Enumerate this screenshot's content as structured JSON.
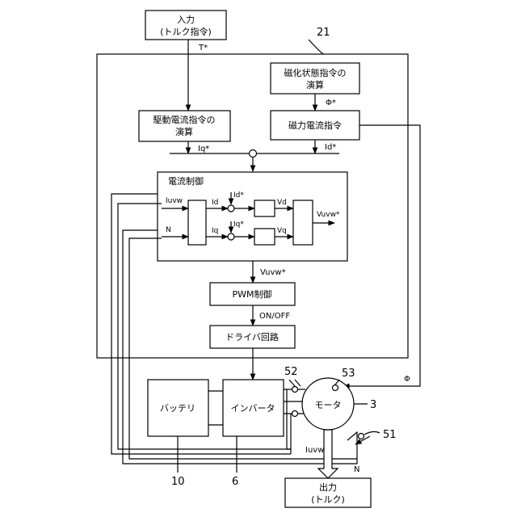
{
  "blocks": {
    "input_line1": "入力",
    "input_line2": "(トルク指令)",
    "magnetization_calc_line1": "磁化状態指令の",
    "magnetization_calc_line2": "演算",
    "drive_current_calc_line1": "駆動電流指令の",
    "drive_current_calc_line2": "演算",
    "magnetic_current_cmd": "磁力電流指令",
    "current_control": "電流制御",
    "pwm_control": "PWM制御",
    "driver_circuit": "ドライバ回路",
    "battery": "バッテリ",
    "inverter": "インバータ",
    "motor": "モータ",
    "output_line1": "出力",
    "output_line2": "(トルク)"
  },
  "signals": {
    "t_star": "T*",
    "phi_star": "Φ*",
    "iq_star": "Iq*",
    "id_star": "Id*",
    "iuvw": "Iuvw",
    "n": "N",
    "id": "Id",
    "iq": "Iq",
    "id_star_inner": "Id*",
    "iq_star_inner": "Iq*",
    "vd": "Vd",
    "vq": "Vq",
    "vuvw_star_inner": "Vuvw*",
    "vuvw_star": "Vuvw*",
    "on_off": "ON/OFF",
    "phi": "Φ",
    "iuvw_bottom": "Iuvw",
    "n_bottom": "N"
  },
  "refs": {
    "r21": "21",
    "r52": "52",
    "r53": "53",
    "r3": "3",
    "r51": "51",
    "r10": "10",
    "r6": "6"
  }
}
